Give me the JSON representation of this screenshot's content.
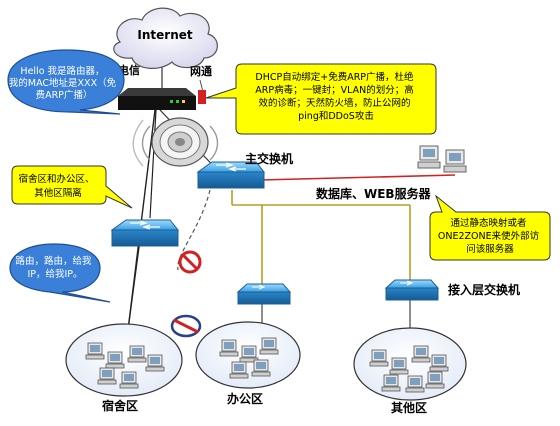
{
  "labels": {
    "internet": "Internet",
    "telecom": "电信",
    "netcom": "网通",
    "main_switch": "主交换机",
    "db_web": "数据库、WEB服务器",
    "access_switch": "接入层交换机",
    "dorm": "宿舍区",
    "office": "办公区",
    "other": "其他区"
  },
  "callouts": {
    "router_hello": "Hello 我是路由器，我的MAC地址是XXX（免费ARP广播）",
    "dhcp_features": "DHCP自动绑定+免费ARP广播，杜绝ARP病毒；一键封；VLAN的划分；高效的诊断；天然防火墙，防止公网的ping和DDoS攻击",
    "isolation": "宿舍区和办公区、其他区隔离",
    "fake_router": "路由，路由，给我IP，给我IP。",
    "one2one": "通过静态映射或者ONE2ZONE来使外部访问该服务器"
  },
  "colors": {
    "callout_yellow": "#ffff00",
    "callout_blue": "#3a7fd8",
    "switch_blue": "#3aa0e0",
    "cloud": "#e6e6f5",
    "red_link": "#d42020",
    "gold_link": "#b8a020",
    "dorm_link": "#333333"
  },
  "icons": [
    "cloud-icon",
    "router-icon",
    "switch-icon",
    "pc-icon",
    "server-icon",
    "prohibit-icon",
    "satellite-dish-icon"
  ]
}
